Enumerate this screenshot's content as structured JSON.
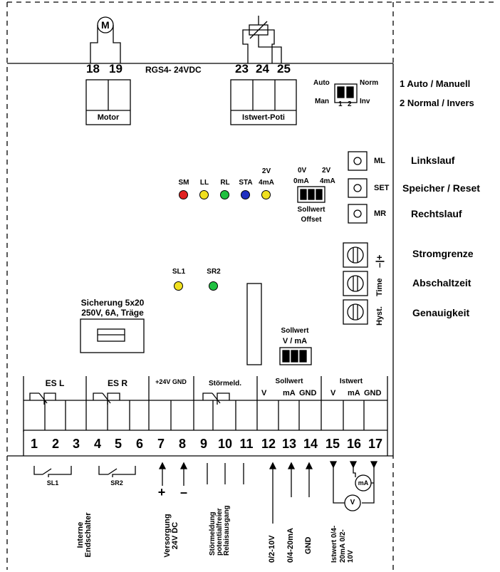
{
  "header": {
    "motor_symbol": "M",
    "motor_terminals": [
      "18",
      "19"
    ],
    "model": "RGS4- 24VDC",
    "pot_terminals": [
      "23",
      "24",
      "25"
    ],
    "motor_block_label": "Motor",
    "pot_block_label": "Istwert-Poti"
  },
  "dip_switch": {
    "auto": "Auto",
    "man": "Man",
    "norm": "Norm",
    "inv": "Inv",
    "numbers": [
      "1",
      "2"
    ],
    "legend": [
      "1 Auto / Manuell",
      "2 Normal / Invers"
    ]
  },
  "leds": [
    {
      "label": "SM",
      "color": "#e02020"
    },
    {
      "label": "LL",
      "color": "#f0e020"
    },
    {
      "label": "RL",
      "color": "#20c040"
    },
    {
      "label": "STA",
      "color": "#2030c0"
    },
    {
      "label_top": "2V",
      "label": "4mA",
      "color": "#f0e020"
    }
  ],
  "limit_leds": [
    {
      "label": "SL1",
      "color": "#f0e020"
    },
    {
      "label": "SR2",
      "color": "#20c040"
    }
  ],
  "offset_jumper": {
    "labels_top": [
      "0V",
      "2V"
    ],
    "labels_mid": [
      "0mA",
      "4mA"
    ],
    "caption": [
      "Sollwert",
      "Offset"
    ]
  },
  "buttons": [
    {
      "code": "ML",
      "function": "Linkslauf"
    },
    {
      "code": "SET",
      "function": "Speicher / Reset"
    },
    {
      "code": "MR",
      "function": "Rechtslauf"
    }
  ],
  "trimmers": [
    {
      "side": "–|+",
      "function": "Stromgrenze"
    },
    {
      "side": "Time",
      "function": "Abschaltzeit"
    },
    {
      "side": "Hyst.",
      "function": "Genauigkeit"
    }
  ],
  "fuse": {
    "line1": "Sicherung 5x20",
    "line2": "250V, 6A, Träge"
  },
  "mode_jumper": {
    "line1": "Sollwert",
    "line2": "V / mA"
  },
  "terminal_groups": [
    {
      "label": "ES L"
    },
    {
      "label": "ES R"
    },
    {
      "label": "+24V GND"
    },
    {
      "label": "Störmeld."
    },
    {
      "label": "Sollwert",
      "sub": [
        "V",
        "mA",
        "GND"
      ]
    },
    {
      "label": "Istwert",
      "sub": [
        "V",
        "mA",
        "GND"
      ]
    }
  ],
  "terminal_numbers": [
    "1",
    "2",
    "3",
    "4",
    "5",
    "6",
    "7",
    "8",
    "9",
    "10",
    "11",
    "12",
    "13",
    "14",
    "15",
    "16",
    "17"
  ],
  "wiring": {
    "sl1": "SL1",
    "sr2": "SR2",
    "plus": "+",
    "minus": "–",
    "meter_ma": "mA",
    "meter_v": "V",
    "bottom_labels": [
      "Interne Endschalter",
      "Versorgung 24V DC",
      "Störmeldung potentialfreier Relaisausgang",
      "0/2-10V",
      "0/4-20mA",
      "GND",
      "Istwert 0/4-20mA 0/2-10V"
    ]
  }
}
